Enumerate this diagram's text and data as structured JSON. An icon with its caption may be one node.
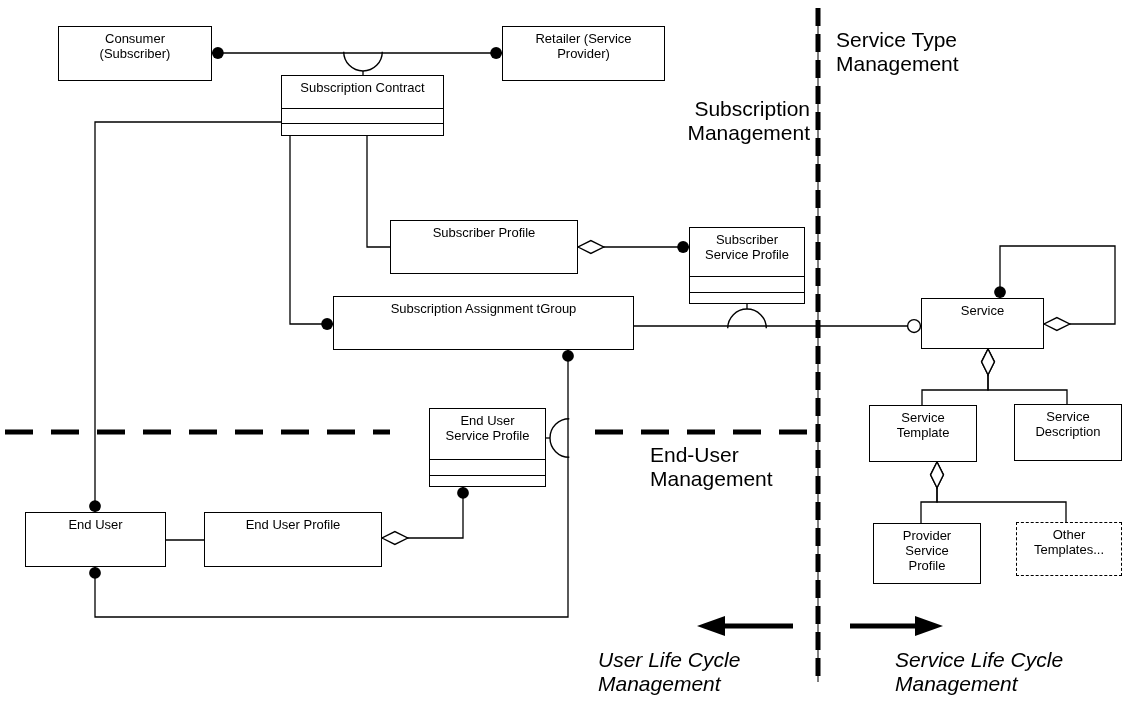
{
  "diagram": {
    "nodes": [
      {
        "text": [
          "Consumer (Subscriber)"
        ]
      },
      {
        "text": [
          "Retailer (Service Provider)"
        ]
      },
      {
        "text": [
          "Subscription Contract"
        ]
      },
      {
        "text": [
          "Subscriber Profile"
        ]
      },
      {
        "text": [
          "Subscriber Service Profile"
        ]
      },
      {
        "text": [
          "Subscription Assignment tGroup"
        ]
      },
      {
        "text": [
          "Service"
        ]
      },
      {
        "text": [
          "Service Template"
        ]
      },
      {
        "text": [
          "Service Description"
        ]
      },
      {
        "text": [
          "Provider Service Profile"
        ]
      },
      {
        "text": [
          "Other Templates..."
        ]
      },
      {
        "text": [
          "End User Service Profile"
        ]
      },
      {
        "text": [
          "End User"
        ]
      },
      {
        "text": [
          "End User Profile"
        ]
      }
    ],
    "edges": [
      {
        "from": 0,
        "to": 1,
        "arrow": "other"
      },
      {
        "from": 2,
        "to": null,
        "arrow": "other"
      },
      {
        "from": 2,
        "to": 12,
        "arrow": "other"
      },
      {
        "from": 2,
        "to": 3,
        "arrow": "none"
      },
      {
        "from": 2,
        "to": 5,
        "arrow": "other"
      },
      {
        "from": 3,
        "to": 4,
        "arrow": "other"
      },
      {
        "from": 5,
        "to": 6,
        "arrow": "other"
      },
      {
        "from": 4,
        "to": null,
        "arrow": "other"
      },
      {
        "from": 6,
        "to": 6,
        "arrow": "other"
      },
      {
        "from": 6,
        "to": 7,
        "arrow": "other"
      },
      {
        "from": 6,
        "to": 8,
        "arrow": "other"
      },
      {
        "from": 7,
        "to": 9,
        "arrow": "other"
      },
      {
        "from": 7,
        "to": 10,
        "arrow": "other"
      },
      {
        "from": 5,
        "to": 12,
        "arrow": "other"
      },
      {
        "from": 11,
        "to": null,
        "arrow": "other"
      },
      {
        "from": 12,
        "to": 13,
        "arrow": "none"
      },
      {
        "from": 13,
        "to": 11,
        "arrow": "other"
      }
    ],
    "labels": [
      "Service Type Management",
      "Subscription Management",
      "End-User Management",
      "User Life Cycle Management",
      "Service Life Cycle Management"
    ]
  }
}
